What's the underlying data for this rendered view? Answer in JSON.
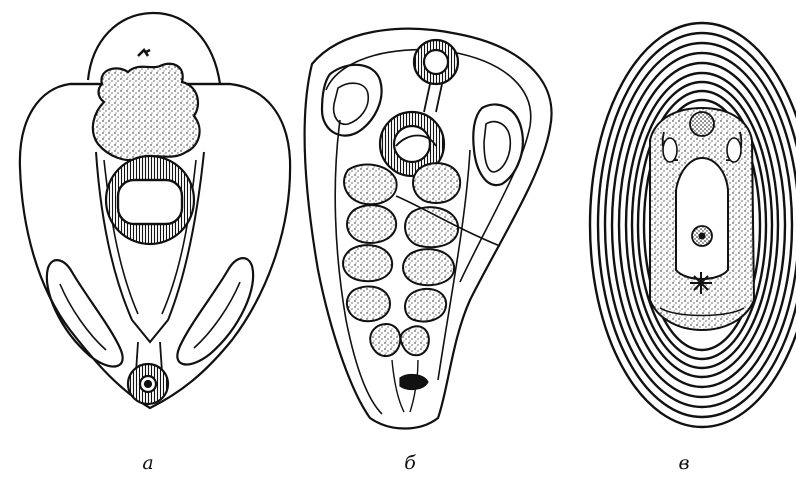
{
  "panels": [
    {
      "label": "а"
    },
    {
      "label": "б"
    },
    {
      "label": "в"
    }
  ],
  "colors": {
    "ink": "#111111",
    "paper": "#ffffff"
  }
}
